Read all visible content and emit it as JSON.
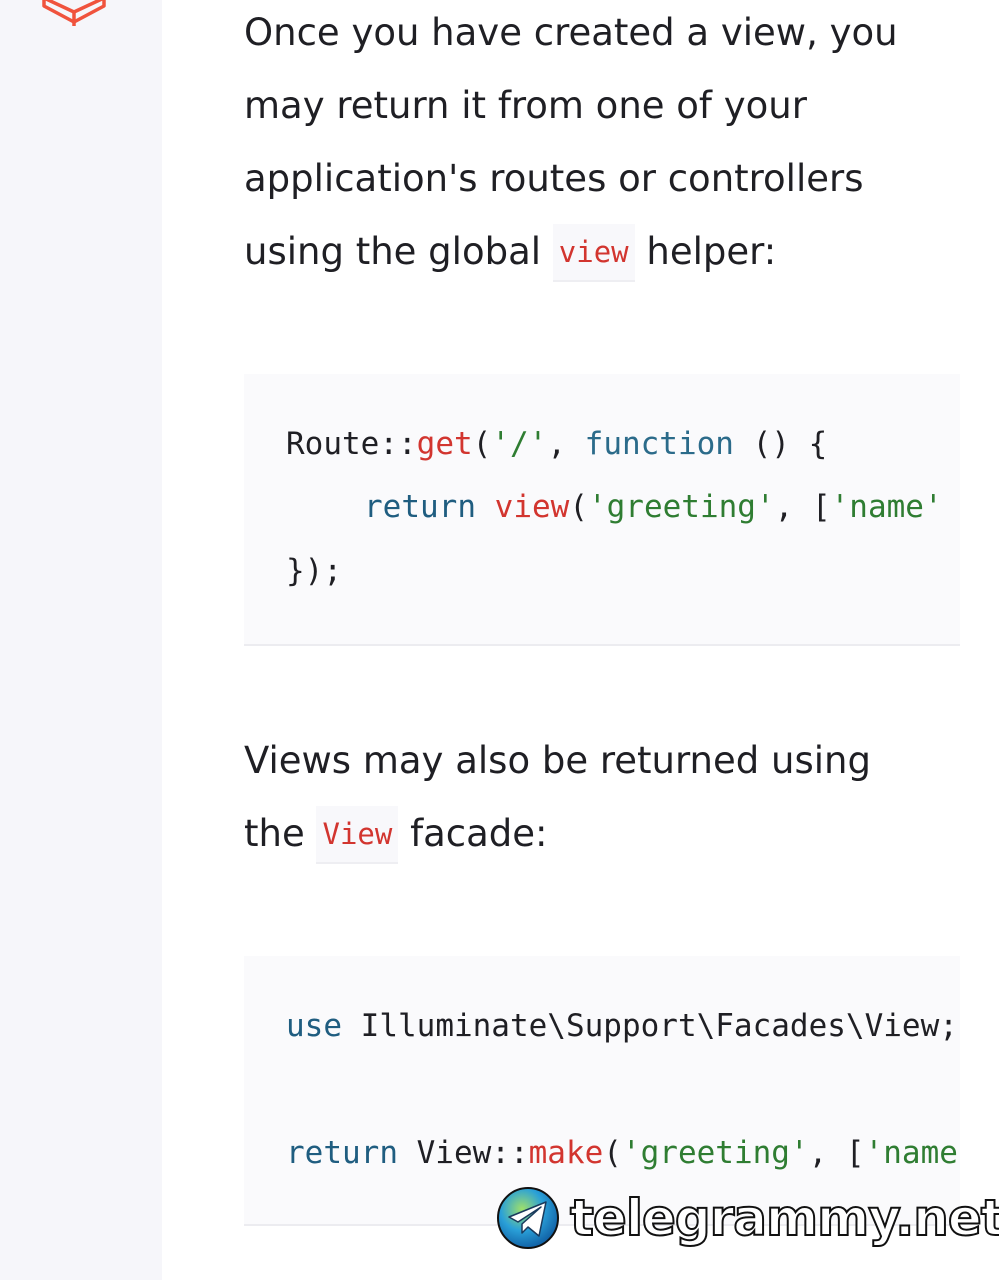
{
  "paragraph1": {
    "line1": "Once you have created a view, you",
    "line2": "may return it from one of your",
    "line3": "application's routes or controllers",
    "line4_before": "using the global ",
    "line4_code": "view",
    "line4_after": " helper:"
  },
  "code1": {
    "l1": {
      "t1": "Route::",
      "t2": "get",
      "t3": "(",
      "t4": "'/'",
      "t5": ", ",
      "t6": "function",
      "t7": " () {"
    },
    "l2": {
      "t1": "return",
      "t2": " ",
      "t3": "view",
      "t4": "(",
      "t5": "'greeting'",
      "t6": ", [",
      "t7": "'name'"
    },
    "l3": {
      "t1": "});"
    }
  },
  "paragraph2": {
    "line1": "Views may also be returned using",
    "line2_before": "the ",
    "line2_code": "View",
    "line2_after": " facade:"
  },
  "code2": {
    "l1": {
      "t1": "use",
      "t2": " Illuminate\\Support\\Facades\\View;"
    },
    "l2": {
      "t1": "return",
      "t2": " View::",
      "t3": "make",
      "t4": "(",
      "t5": "'greeting'",
      "t6": ", [",
      "t7": "'name'"
    }
  },
  "watermark": {
    "text": "telegrammy.net"
  },
  "icons": {
    "logo": "laravel-logo-icon",
    "watermark_logo": "telegram-logo-icon"
  },
  "colors": {
    "accent": "#d2352f",
    "string": "#2f7d32",
    "keyword": "#1f5d80",
    "sidebar_bg": "#f6f6fa"
  }
}
